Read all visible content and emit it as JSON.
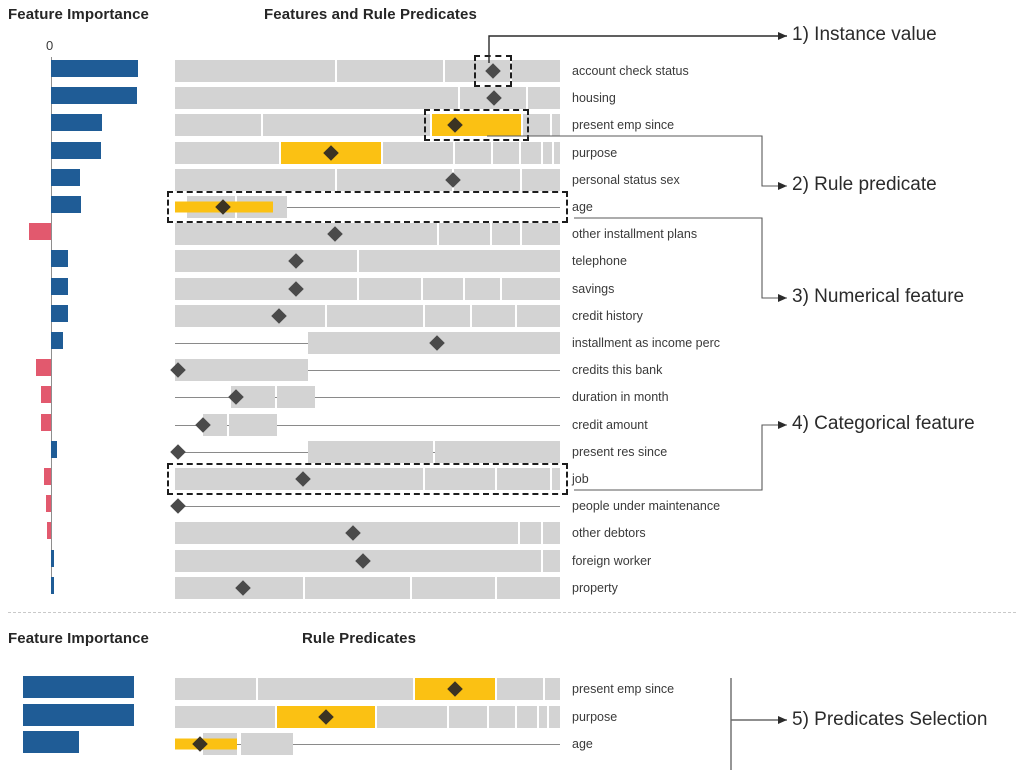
{
  "top": {
    "titles": {
      "importance": "Feature Importance",
      "predicates": "Features and Rule Predicates"
    },
    "axis": {
      "zero_label": "0"
    }
  },
  "bottom": {
    "titles": {
      "importance": "Feature Importance",
      "predicates": "Rule Predicates"
    }
  },
  "callouts": [
    {
      "id": "c1",
      "label": "1) Instance value"
    },
    {
      "id": "c2",
      "label": "2) Rule predicate"
    },
    {
      "id": "c3",
      "label": "3) Numerical feature"
    },
    {
      "id": "c4",
      "label": "4) Categorical feature"
    },
    {
      "id": "c5",
      "label": "5) Predicates Selection"
    }
  ],
  "colors": {
    "positive_importance": "#1f5c96",
    "negative_importance": "#e2596e",
    "predicate_highlight": "#fbc113",
    "segment": "#d3d3d3",
    "marker": "#4a4a4a"
  },
  "chart_data": {
    "type": "bar",
    "title": "Feature Importance",
    "xlabel": "",
    "ylabel": "",
    "grid": false,
    "legend": "none",
    "categories": [
      "account check status",
      "housing",
      "present emp since",
      "purpose",
      "personal status sex",
      "age",
      "other installment plans",
      "telephone",
      "savings",
      "credit history",
      "installment as income perc",
      "credits this bank",
      "duration in month",
      "credit amount",
      "present res since",
      "job",
      "people under maintenance",
      "other debtors",
      "foreign worker",
      "property"
    ],
    "values": [
      0.87,
      0.86,
      0.51,
      0.5,
      0.29,
      0.3,
      -0.22,
      0.17,
      0.17,
      0.17,
      0.12,
      -0.15,
      -0.1,
      -0.1,
      0.06,
      -0.07,
      -0.05,
      -0.04,
      0.03,
      0.03
    ],
    "feature_types": [
      "categorical",
      "categorical",
      "categorical",
      "categorical",
      "categorical",
      "numerical",
      "categorical",
      "categorical",
      "categorical",
      "categorical",
      "numerical",
      "numerical",
      "numerical",
      "numerical",
      "numerical",
      "categorical",
      "numerical",
      "categorical",
      "categorical",
      "categorical"
    ]
  },
  "top_rows": [
    {
      "feature": "account check status",
      "type": "categorical",
      "segments": [
        [
          0,
          160
        ],
        [
          162,
          268
        ],
        [
          270,
          335
        ],
        [
          337,
          385
        ]
      ],
      "highlight": null,
      "marker": 318,
      "dashbox": [
        303,
        333
      ]
    },
    {
      "feature": "housing",
      "type": "categorical",
      "segments": [
        [
          0,
          283
        ],
        [
          285,
          351
        ],
        [
          353,
          385
        ]
      ],
      "highlight": null,
      "marker": 319,
      "dashbox": null
    },
    {
      "feature": "present emp since",
      "type": "categorical",
      "segments": [
        [
          0,
          86
        ],
        [
          88,
          255
        ],
        [
          257,
          346
        ],
        [
          348,
          375
        ],
        [
          377,
          385
        ]
      ],
      "highlight": [
        257,
        346
      ],
      "marker": 280,
      "dashbox": [
        253,
        350
      ]
    },
    {
      "feature": "purpose",
      "type": "categorical",
      "segments": [
        [
          0,
          104
        ],
        [
          106,
          206
        ],
        [
          208,
          278
        ],
        [
          280,
          316
        ],
        [
          318,
          344
        ],
        [
          346,
          366
        ],
        [
          368,
          377
        ],
        [
          379,
          385
        ]
      ],
      "highlight": [
        106,
        206
      ],
      "marker": 156,
      "dashbox": null
    },
    {
      "feature": "personal status sex",
      "type": "categorical",
      "segments": [
        [
          0,
          160
        ],
        [
          162,
          277
        ],
        [
          279,
          345
        ],
        [
          347,
          385
        ]
      ],
      "highlight": null,
      "marker": 278,
      "dashbox": null
    },
    {
      "feature": "age",
      "type": "numerical",
      "whisker": [
        0,
        385
      ],
      "box": [
        12,
        60
      ],
      "box2": [
        62,
        112
      ],
      "highlight": [
        0,
        98
      ],
      "marker": 48,
      "dashbox": [
        -4,
        389
      ]
    },
    {
      "feature": "other installment plans",
      "type": "categorical",
      "segments": [
        [
          0,
          262
        ],
        [
          264,
          315
        ],
        [
          317,
          345
        ],
        [
          347,
          385
        ]
      ],
      "highlight": null,
      "marker": 160,
      "dashbox": null
    },
    {
      "feature": "telephone",
      "type": "categorical",
      "segments": [
        [
          0,
          182
        ],
        [
          184,
          385
        ]
      ],
      "highlight": null,
      "marker": 121,
      "dashbox": null
    },
    {
      "feature": "savings",
      "type": "categorical",
      "segments": [
        [
          0,
          182
        ],
        [
          184,
          246
        ],
        [
          248,
          288
        ],
        [
          290,
          325
        ],
        [
          327,
          385
        ]
      ],
      "highlight": null,
      "marker": 121,
      "dashbox": null
    },
    {
      "feature": "credit history",
      "type": "categorical",
      "segments": [
        [
          0,
          150
        ],
        [
          152,
          248
        ],
        [
          250,
          295
        ],
        [
          297,
          340
        ],
        [
          342,
          385
        ]
      ],
      "highlight": null,
      "marker": 104,
      "dashbox": null
    },
    {
      "feature": "installment as income perc",
      "type": "numerical",
      "whisker": [
        0,
        385
      ],
      "box": [
        133,
        385
      ],
      "box2": null,
      "highlight": null,
      "marker": 262,
      "dashbox": null
    },
    {
      "feature": "credits this bank",
      "type": "numerical",
      "whisker": [
        0,
        385
      ],
      "box": [
        0,
        133
      ],
      "box2": null,
      "highlight": null,
      "marker": 3,
      "dashbox": null
    },
    {
      "feature": "duration in month",
      "type": "numerical",
      "whisker": [
        0,
        385
      ],
      "box": [
        56,
        100
      ],
      "box2": [
        102,
        140
      ],
      "highlight": null,
      "marker": 61,
      "dashbox": null
    },
    {
      "feature": "credit amount",
      "type": "numerical",
      "whisker": [
        0,
        385
      ],
      "box": [
        28,
        52
      ],
      "box2": [
        54,
        102
      ],
      "highlight": null,
      "marker": 28,
      "dashbox": null
    },
    {
      "feature": "present res since",
      "type": "numerical",
      "whisker": [
        0,
        385
      ],
      "box": [
        133,
        258
      ],
      "box2": [
        260,
        385
      ],
      "highlight": null,
      "marker": 3,
      "dashbox": null
    },
    {
      "feature": "job",
      "type": "categorical",
      "segments": [
        [
          0,
          248
        ],
        [
          250,
          320
        ],
        [
          322,
          375
        ],
        [
          377,
          385
        ]
      ],
      "highlight": null,
      "marker": 128,
      "dashbox": [
        -4,
        389
      ]
    },
    {
      "feature": "people under maintenance",
      "type": "numerical",
      "whisker": [
        0,
        385
      ],
      "box": null,
      "box2": null,
      "highlight": null,
      "marker": 3,
      "dashbox": null
    },
    {
      "feature": "other debtors",
      "type": "categorical",
      "segments": [
        [
          0,
          343
        ],
        [
          345,
          366
        ],
        [
          368,
          385
        ]
      ],
      "highlight": null,
      "marker": 178,
      "dashbox": null
    },
    {
      "feature": "foreign worker",
      "type": "categorical",
      "segments": [
        [
          0,
          366
        ],
        [
          368,
          385
        ]
      ],
      "highlight": null,
      "marker": 188,
      "dashbox": null
    },
    {
      "feature": "property",
      "type": "categorical",
      "segments": [
        [
          0,
          128
        ],
        [
          130,
          235
        ],
        [
          237,
          320
        ],
        [
          322,
          385
        ]
      ],
      "highlight": null,
      "marker": 68,
      "dashbox": null
    }
  ],
  "bottom_rows": [
    {
      "feature": "present emp since",
      "type": "categorical",
      "segments": [
        [
          0,
          81
        ],
        [
          83,
          238
        ],
        [
          240,
          320
        ],
        [
          322,
          368
        ],
        [
          370,
          385
        ]
      ],
      "highlight": [
        240,
        320
      ],
      "marker": 280
    },
    {
      "feature": "purpose",
      "type": "categorical",
      "segments": [
        [
          0,
          100
        ],
        [
          102,
          200
        ],
        [
          202,
          272
        ],
        [
          274,
          312
        ],
        [
          314,
          340
        ],
        [
          342,
          362
        ],
        [
          364,
          372
        ],
        [
          374,
          385
        ]
      ],
      "highlight": [
        102,
        200
      ],
      "marker": 151
    },
    {
      "feature": "age",
      "type": "numerical",
      "whisker": [
        0,
        385
      ],
      "box": [
        28,
        62
      ],
      "box2": [
        66,
        118
      ],
      "highlight": [
        0,
        62
      ],
      "marker": 25
    }
  ]
}
